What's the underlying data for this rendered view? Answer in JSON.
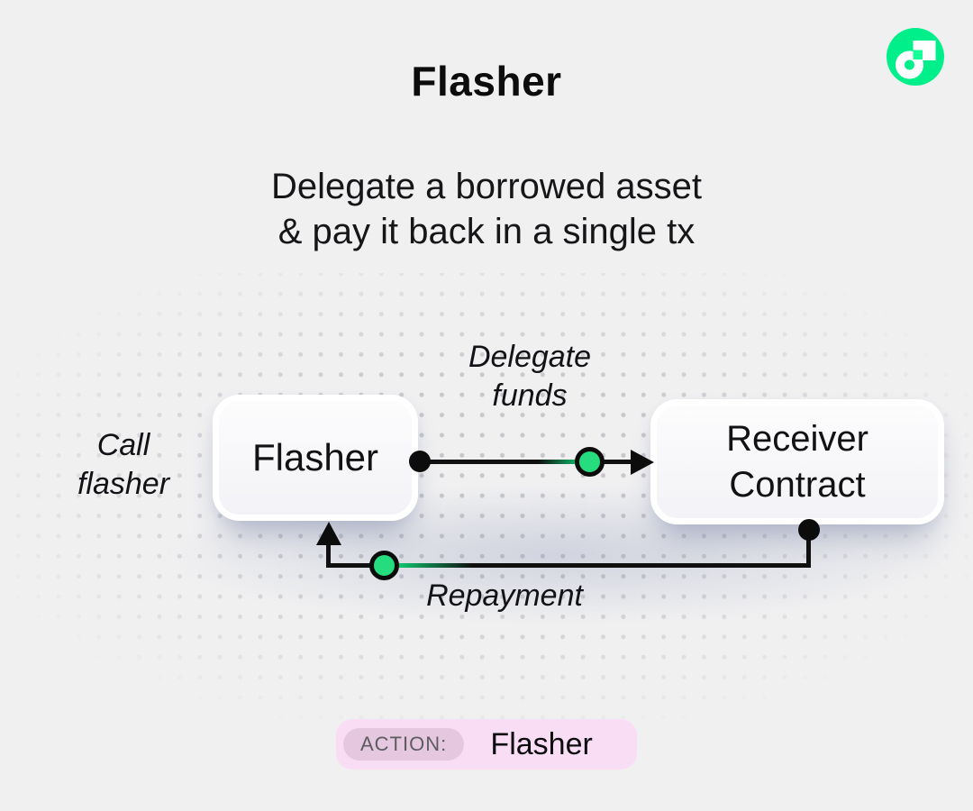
{
  "title": "Flasher",
  "subtitle": {
    "line1": "Delegate a borrowed asset",
    "line2": "& pay it back in a single tx"
  },
  "nodes": {
    "flasher": {
      "label": "Flasher"
    },
    "receiver": {
      "line1": "Receiver",
      "line2": "Contract"
    }
  },
  "edge_labels": {
    "call": {
      "line1": "Call",
      "line2": "flasher"
    },
    "delegate": {
      "line1": "Delegate",
      "line2": "funds"
    },
    "repayment": {
      "label": "Repayment"
    }
  },
  "action_badge": {
    "label": "ACTION:",
    "value": "Flasher"
  },
  "icons": {
    "logo": "flow-logo"
  },
  "colors": {
    "flow_green": "#00EF8B",
    "flow_green_light": "#16FF99",
    "token_green": "#25DC7E",
    "line_black": "#101010",
    "badge_pink": "#F8DDF5",
    "badge_chip_pink": "#E5C8DF",
    "background": "#F0F0F1"
  }
}
